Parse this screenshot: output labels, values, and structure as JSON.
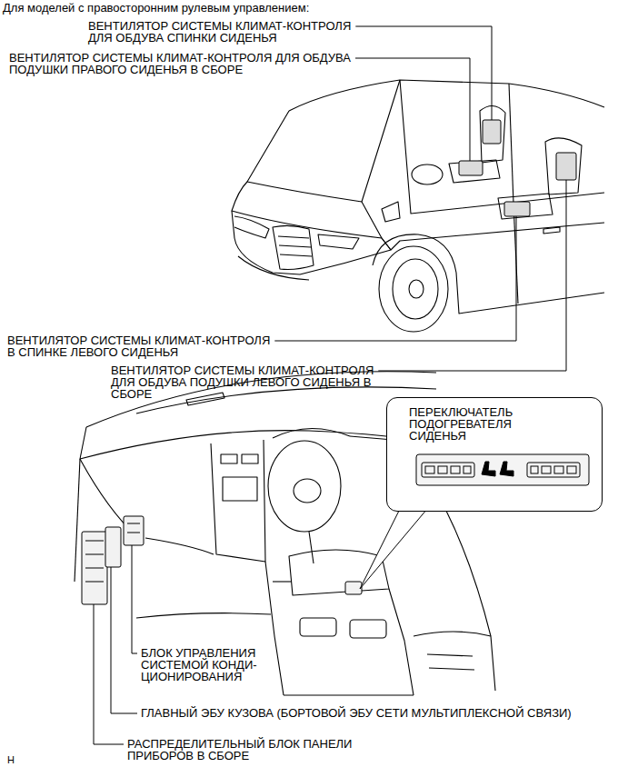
{
  "diagram": {
    "title": "Для моделей с правосторонним рулевым управлением:",
    "nodes": [
      {
        "text": [
          "ПЕРЕКЛЮЧАТЕЛЬ ПОДОГРЕВАТЕЛЯ СИДЕНЬЯ"
        ]
      }
    ],
    "labels": [
      "ВЕНТИЛЯТОР СИСТЕМЫ КЛИМАТ-КОНТРОЛЯ ДЛЯ ОБДУВА СПИНКИ СИДЕНЬЯ",
      "ВЕНТИЛЯТОР СИСТЕМЫ КЛИМАТ-КОНТРОЛЯ ДЛЯ ОБДУВА ПОДУШКИ ПРАВОГО СИДЕНЬЯ В СБОРЕ",
      "ВЕНТИЛЯТОР СИСТЕМЫ КЛИМАТ-КОНТРОЛЯ В СПИНКЕ ЛЕВОГО СИДЕНЬЯ",
      "ВЕНТИЛЯТОР СИСТЕМЫ КЛИМАТ-КОНТРОЛЯ ДЛЯ ОБДУВА ПОДУШКИ ЛЕВОГО СИДЕНЬЯ В СБОРЕ",
      "БЛОК УПРАВЛЕНИЯ СИСТЕМОЙ КОНДИ- ЦИОНИРОВАНИЯ",
      "ГЛАВНЫЙ ЭБУ КУЗОВА (БОРТОВОЙ ЭБУ СЕТИ МУЛЬТИПЛЕКСНОЙ СВЯЗИ)",
      "РАСПРЕДЕЛИТЕЛЬНЫЙ БЛОК ПАНЕЛИ ПРИБОРОВ В СБОРЕ",
      "H"
    ]
  }
}
